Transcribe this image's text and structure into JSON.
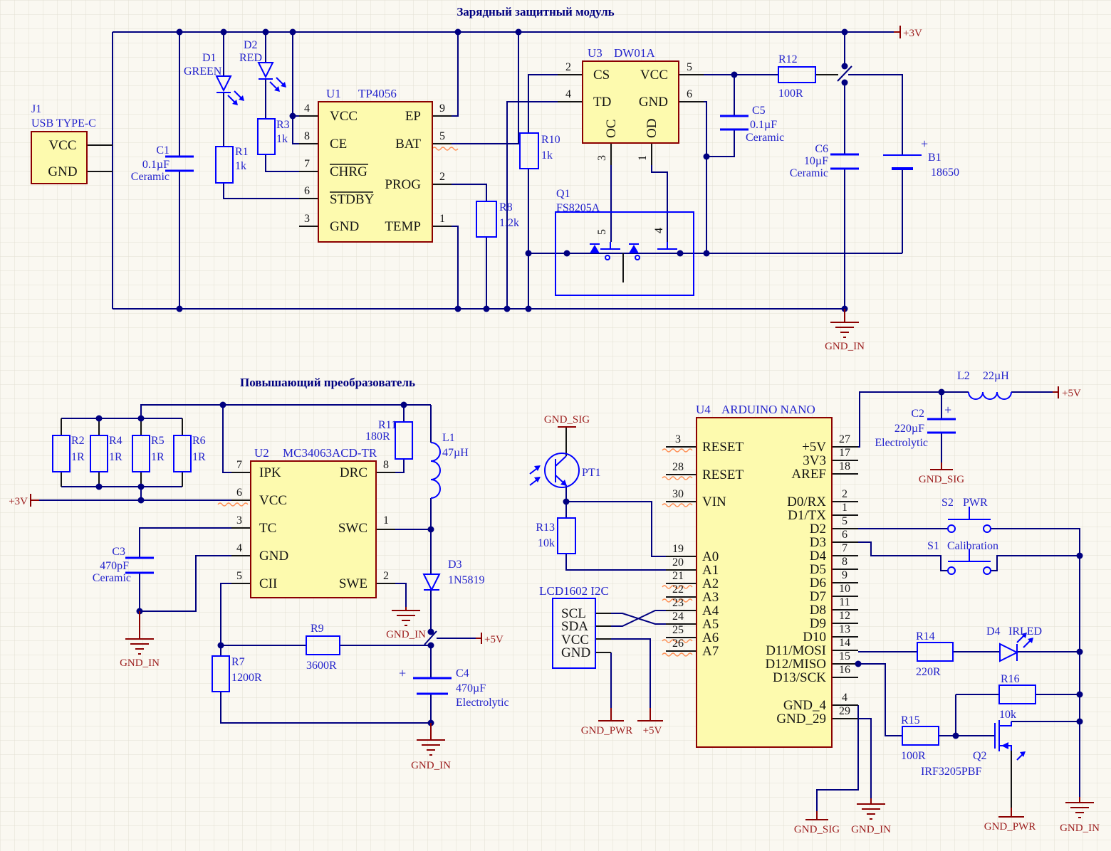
{
  "titles": {
    "charging": "Зарядный защитный модуль",
    "boost": "Повышающий преобразователь"
  },
  "nets": {
    "p3v": "+3V",
    "p5v": "+5V",
    "gnd_in": "GND_IN",
    "gnd_sig": "GND_SIG",
    "gnd_pwr": "GND_PWR"
  },
  "components": {
    "j1": {
      "ref": "J1",
      "value": "USB TYPE-C",
      "pins": [
        "VCC",
        "GND"
      ]
    },
    "c1": {
      "ref": "C1",
      "value": "0.1µF",
      "note": "Ceramic"
    },
    "d1": {
      "ref": "D1",
      "value": "GREEN"
    },
    "d2": {
      "ref": "D2",
      "value": "RED"
    },
    "r1": {
      "ref": "R1",
      "value": "1k"
    },
    "r3": {
      "ref": "R3",
      "value": "1k"
    },
    "r8": {
      "ref": "R8",
      "value": "1.2k"
    },
    "r10": {
      "ref": "R10",
      "value": "1k"
    },
    "r12": {
      "ref": "R12",
      "value": "100R"
    },
    "c5": {
      "ref": "C5",
      "value": "0.1µF",
      "note": "Ceramic"
    },
    "c6": {
      "ref": "C6",
      "value": "10µF",
      "note": "Ceramic"
    },
    "b1": {
      "ref": "B1",
      "value": "18650",
      "plus": "+"
    },
    "q1": {
      "ref": "Q1",
      "value": "FS8205A",
      "pin_numbers": [
        "5",
        "4"
      ]
    },
    "u1": {
      "ref": "U1",
      "value": "TP4056",
      "left": [
        {
          "n": "4",
          "name": "VCC"
        },
        {
          "n": "8",
          "name": "CE"
        },
        {
          "n": "7",
          "name": "CHRG"
        },
        {
          "n": "6",
          "name": "STDBY"
        },
        {
          "n": "3",
          "name": "GND"
        }
      ],
      "right": [
        {
          "n": "9",
          "name": "EP"
        },
        {
          "n": "5",
          "name": "BAT"
        },
        {
          "n": "2",
          "name": "PROG"
        },
        {
          "n": "1",
          "name": "TEMP"
        }
      ]
    },
    "u3": {
      "ref": "U3",
      "value": "DW01A",
      "left": [
        {
          "n": "2",
          "name": "CS"
        },
        {
          "n": "4",
          "name": "TD"
        }
      ],
      "right": [
        {
          "n": "5",
          "name": "VCC"
        },
        {
          "n": "6",
          "name": "GND"
        }
      ],
      "bottom": [
        {
          "n": "3",
          "name": "OC"
        },
        {
          "n": "1",
          "name": "OD"
        }
      ]
    },
    "r2": {
      "ref": "R2",
      "value": "1R"
    },
    "r4": {
      "ref": "R4",
      "value": "1R"
    },
    "r5": {
      "ref": "R5",
      "value": "1R"
    },
    "r6": {
      "ref": "R6",
      "value": "1R"
    },
    "r11": {
      "ref": "R11",
      "value": "180R"
    },
    "l1": {
      "ref": "L1",
      "value": "47µH"
    },
    "u2": {
      "ref": "U2",
      "value": "MC34063ACD-TR",
      "left": [
        {
          "n": "7",
          "name": "IPK"
        },
        {
          "n": "6",
          "name": "VCC"
        },
        {
          "n": "3",
          "name": "TC"
        },
        {
          "n": "4",
          "name": "GND"
        },
        {
          "n": "5",
          "name": "CII"
        }
      ],
      "right": [
        {
          "n": "8",
          "name": "DRC"
        },
        {
          "n": "1",
          "name": "SWC"
        },
        {
          "n": "2",
          "name": "SWE"
        }
      ]
    },
    "c3": {
      "ref": "C3",
      "value": "470pF",
      "note": "Ceramic"
    },
    "r7": {
      "ref": "R7",
      "value": "1200R"
    },
    "r9": {
      "ref": "R9",
      "value": "3600R"
    },
    "c4": {
      "ref": "C4",
      "value": "470µF",
      "note": "Electrolytic",
      "plus": "+"
    },
    "d3": {
      "ref": "D3",
      "value": "1N5819"
    },
    "l2": {
      "ref": "L2",
      "value": "22µH"
    },
    "c2": {
      "ref": "C2",
      "value": "220µF",
      "note": "Electrolytic",
      "plus": "+"
    },
    "pt1": {
      "ref": "PT1"
    },
    "r13": {
      "ref": "R13",
      "value": "10k"
    },
    "lcd": {
      "ref": "LCD1602 I2C",
      "pins": [
        "SCL",
        "SDA",
        "VCC",
        "GND"
      ]
    },
    "u4": {
      "ref": "U4",
      "value": "ARDUINO NANO",
      "left": [
        {
          "n": "3",
          "name": "RESET"
        },
        {
          "n": "28",
          "name": "RESET"
        },
        {
          "n": "30",
          "name": "VIN"
        },
        {
          "n": "19",
          "name": "A0"
        },
        {
          "n": "20",
          "name": "A1"
        },
        {
          "n": "21",
          "name": "A2"
        },
        {
          "n": "22",
          "name": "A3"
        },
        {
          "n": "23",
          "name": "A4"
        },
        {
          "n": "24",
          "name": "A5"
        },
        {
          "n": "25",
          "name": "A6"
        },
        {
          "n": "26",
          "name": "A7"
        }
      ],
      "right": [
        {
          "n": "27",
          "name": "+5V"
        },
        {
          "n": "17",
          "name": "3V3"
        },
        {
          "n": "18",
          "name": "AREF"
        },
        {
          "n": "2",
          "name": "D0/RX"
        },
        {
          "n": "1",
          "name": "D1/TX"
        },
        {
          "n": "5",
          "name": "D2"
        },
        {
          "n": "6",
          "name": "D3"
        },
        {
          "n": "7",
          "name": "D4"
        },
        {
          "n": "8",
          "name": "D5"
        },
        {
          "n": "9",
          "name": "D6"
        },
        {
          "n": "10",
          "name": "D7"
        },
        {
          "n": "11",
          "name": "D8"
        },
        {
          "n": "12",
          "name": "D9"
        },
        {
          "n": "13",
          "name": "D10"
        },
        {
          "n": "14",
          "name": "D11/MOSI"
        },
        {
          "n": "15",
          "name": "D12/MISO"
        },
        {
          "n": "16",
          "name": "D13/SCK"
        },
        {
          "n": "4",
          "name": "GND_4"
        },
        {
          "n": "29",
          "name": "GND_29"
        }
      ]
    },
    "s2": {
      "ref": "S2",
      "value": "PWR"
    },
    "s1": {
      "ref": "S1",
      "value": "Calibration"
    },
    "r14": {
      "ref": "R14",
      "value": "220R"
    },
    "d4": {
      "ref": "D4",
      "value": "IRLED"
    },
    "r16": {
      "ref": "R16",
      "value": "10k"
    },
    "r15": {
      "ref": "R15",
      "value": "100R"
    },
    "q2": {
      "ref": "Q2",
      "value": "IRF3205PBF"
    }
  },
  "colors": {
    "wire": "#000080",
    "symbol": "#0000ff",
    "label": "#2323cc",
    "net_flag": "#9b1b1b",
    "ic_fill": "#fdfaae",
    "ic_border": "#8b0000",
    "warning_squiggle": "#ff8c50",
    "background": "#faf8f1",
    "grid": "#e3dfd3"
  }
}
